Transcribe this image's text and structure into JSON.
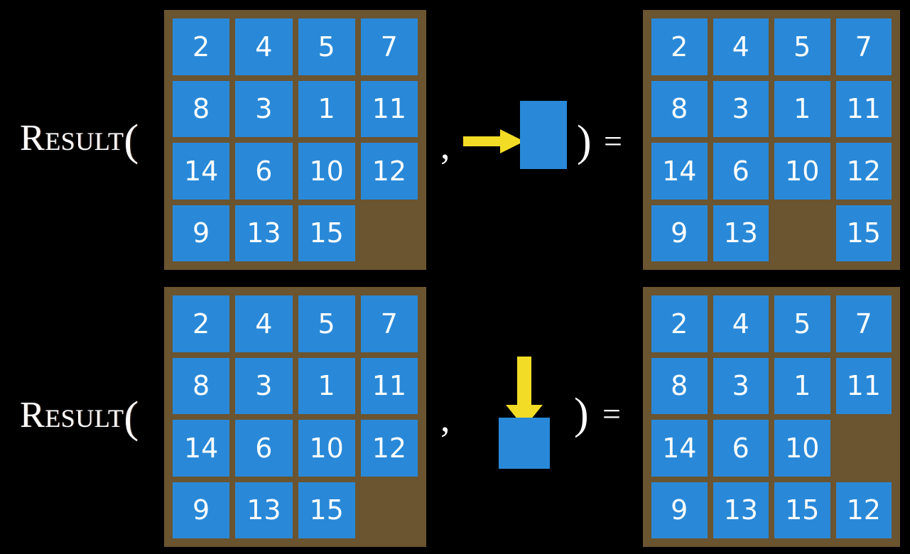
{
  "slide": {
    "background_color": "#000000",
    "board_color": "#6b5430",
    "tile_color": "#2989d8",
    "tile_text_color": "#ffffff",
    "arrow_color": "#f3dc26"
  },
  "rows": [
    {
      "label": {
        "first_letter": "R",
        "rest": "ESULT",
        "paren_open": "("
      },
      "left_board": {
        "tiles": [
          "2",
          "4",
          "5",
          "7",
          "8",
          "3",
          "1",
          "11",
          "14",
          "6",
          "10",
          "12",
          "9",
          "13",
          "15",
          ""
        ]
      },
      "operator": {
        "comma": ",",
        "arrow": "arrow-right-icon",
        "arrow_direction": "right",
        "square_label": "",
        "paren_close": ")",
        "equals": "="
      },
      "right_board": {
        "tiles": [
          "2",
          "4",
          "5",
          "7",
          "8",
          "3",
          "1",
          "11",
          "14",
          "6",
          "10",
          "12",
          "9",
          "13",
          "",
          "15"
        ]
      }
    },
    {
      "label": {
        "first_letter": "R",
        "rest": "ESULT",
        "paren_open": "("
      },
      "left_board": {
        "tiles": [
          "2",
          "4",
          "5",
          "7",
          "8",
          "3",
          "1",
          "11",
          "14",
          "6",
          "10",
          "12",
          "9",
          "13",
          "15",
          ""
        ]
      },
      "operator": {
        "comma": ",",
        "arrow": "arrow-down-icon",
        "arrow_direction": "down",
        "square_label": "",
        "paren_close": ")",
        "equals": "="
      },
      "right_board": {
        "tiles": [
          "2",
          "4",
          "5",
          "7",
          "8",
          "3",
          "1",
          "11",
          "14",
          "6",
          "10",
          "",
          "9",
          "13",
          "15",
          "12"
        ]
      }
    }
  ]
}
